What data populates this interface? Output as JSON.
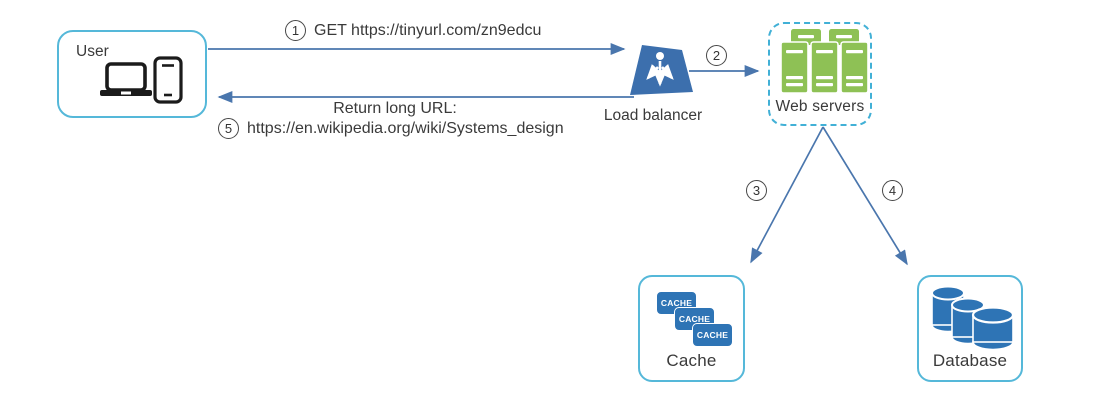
{
  "diagram": {
    "title_implicit": "URL shortener request flow",
    "nodes": {
      "user": {
        "label": "User",
        "icons": [
          "laptop-icon",
          "smartphone-icon"
        ]
      },
      "load_balancer": {
        "label": "Load balancer",
        "icon": "load-balancer-icon"
      },
      "web_servers": {
        "label": "Web servers",
        "icon": "server-rack-icon"
      },
      "cache": {
        "label": "Cache",
        "icon": "cache-chips-icon",
        "chips": [
          "CACHE",
          "CACHE",
          "CACHE"
        ]
      },
      "database": {
        "label": "Database",
        "icon": "database-cylinders-icon"
      }
    },
    "steps": {
      "step1": {
        "num": "1",
        "text": "GET https://tinyurl.com/zn9edcu"
      },
      "step2": {
        "num": "2"
      },
      "step3": {
        "num": "3"
      },
      "step4": {
        "num": "4"
      },
      "step5": {
        "num": "5",
        "title": "Return long URL:",
        "text": "https://en.wikipedia.org/wiki/Systems_design"
      }
    },
    "colors": {
      "arrow_blue": "#4a76ad",
      "node_border_blue": "#55b8d9",
      "dashed_border_blue": "#41b0d6",
      "fill_blue": "#2e74b5",
      "load_balancer_blue": "#3c6fad",
      "server_green": "#8ec155",
      "text": "#3a3a3a",
      "background": "#ffffff"
    }
  }
}
